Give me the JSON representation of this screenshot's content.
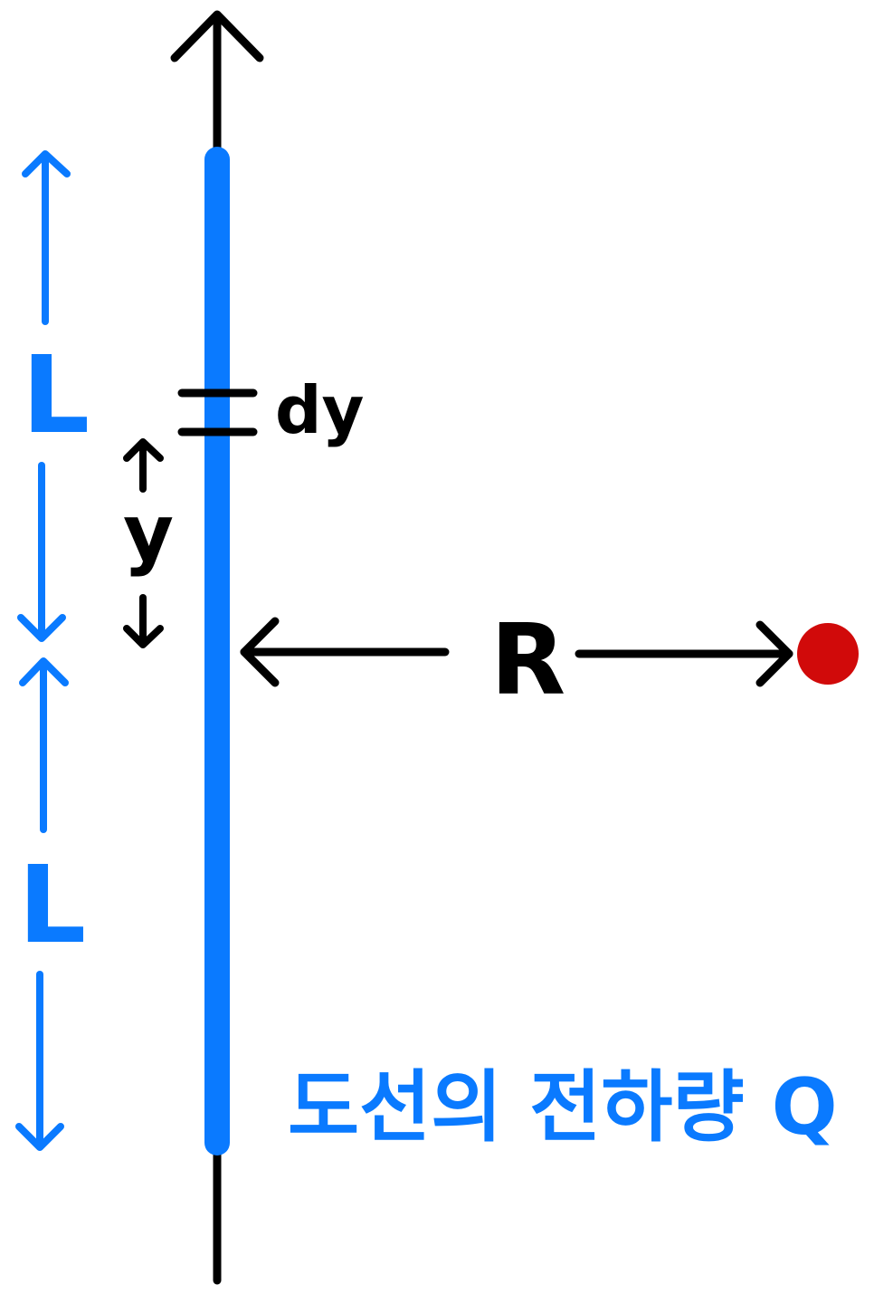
{
  "labels": {
    "upper_length": "L",
    "lower_length": "L",
    "element": "dy",
    "offset": "y",
    "distance": "R",
    "wire_charge": "도선의 전하량 Q"
  },
  "colors": {
    "wire": "#0a7aff",
    "axis": "#000000",
    "annotation_blue": "#0a7aff",
    "annotation_black": "#000000",
    "point_charge": "#d10a0a",
    "background": "#ffffff"
  }
}
